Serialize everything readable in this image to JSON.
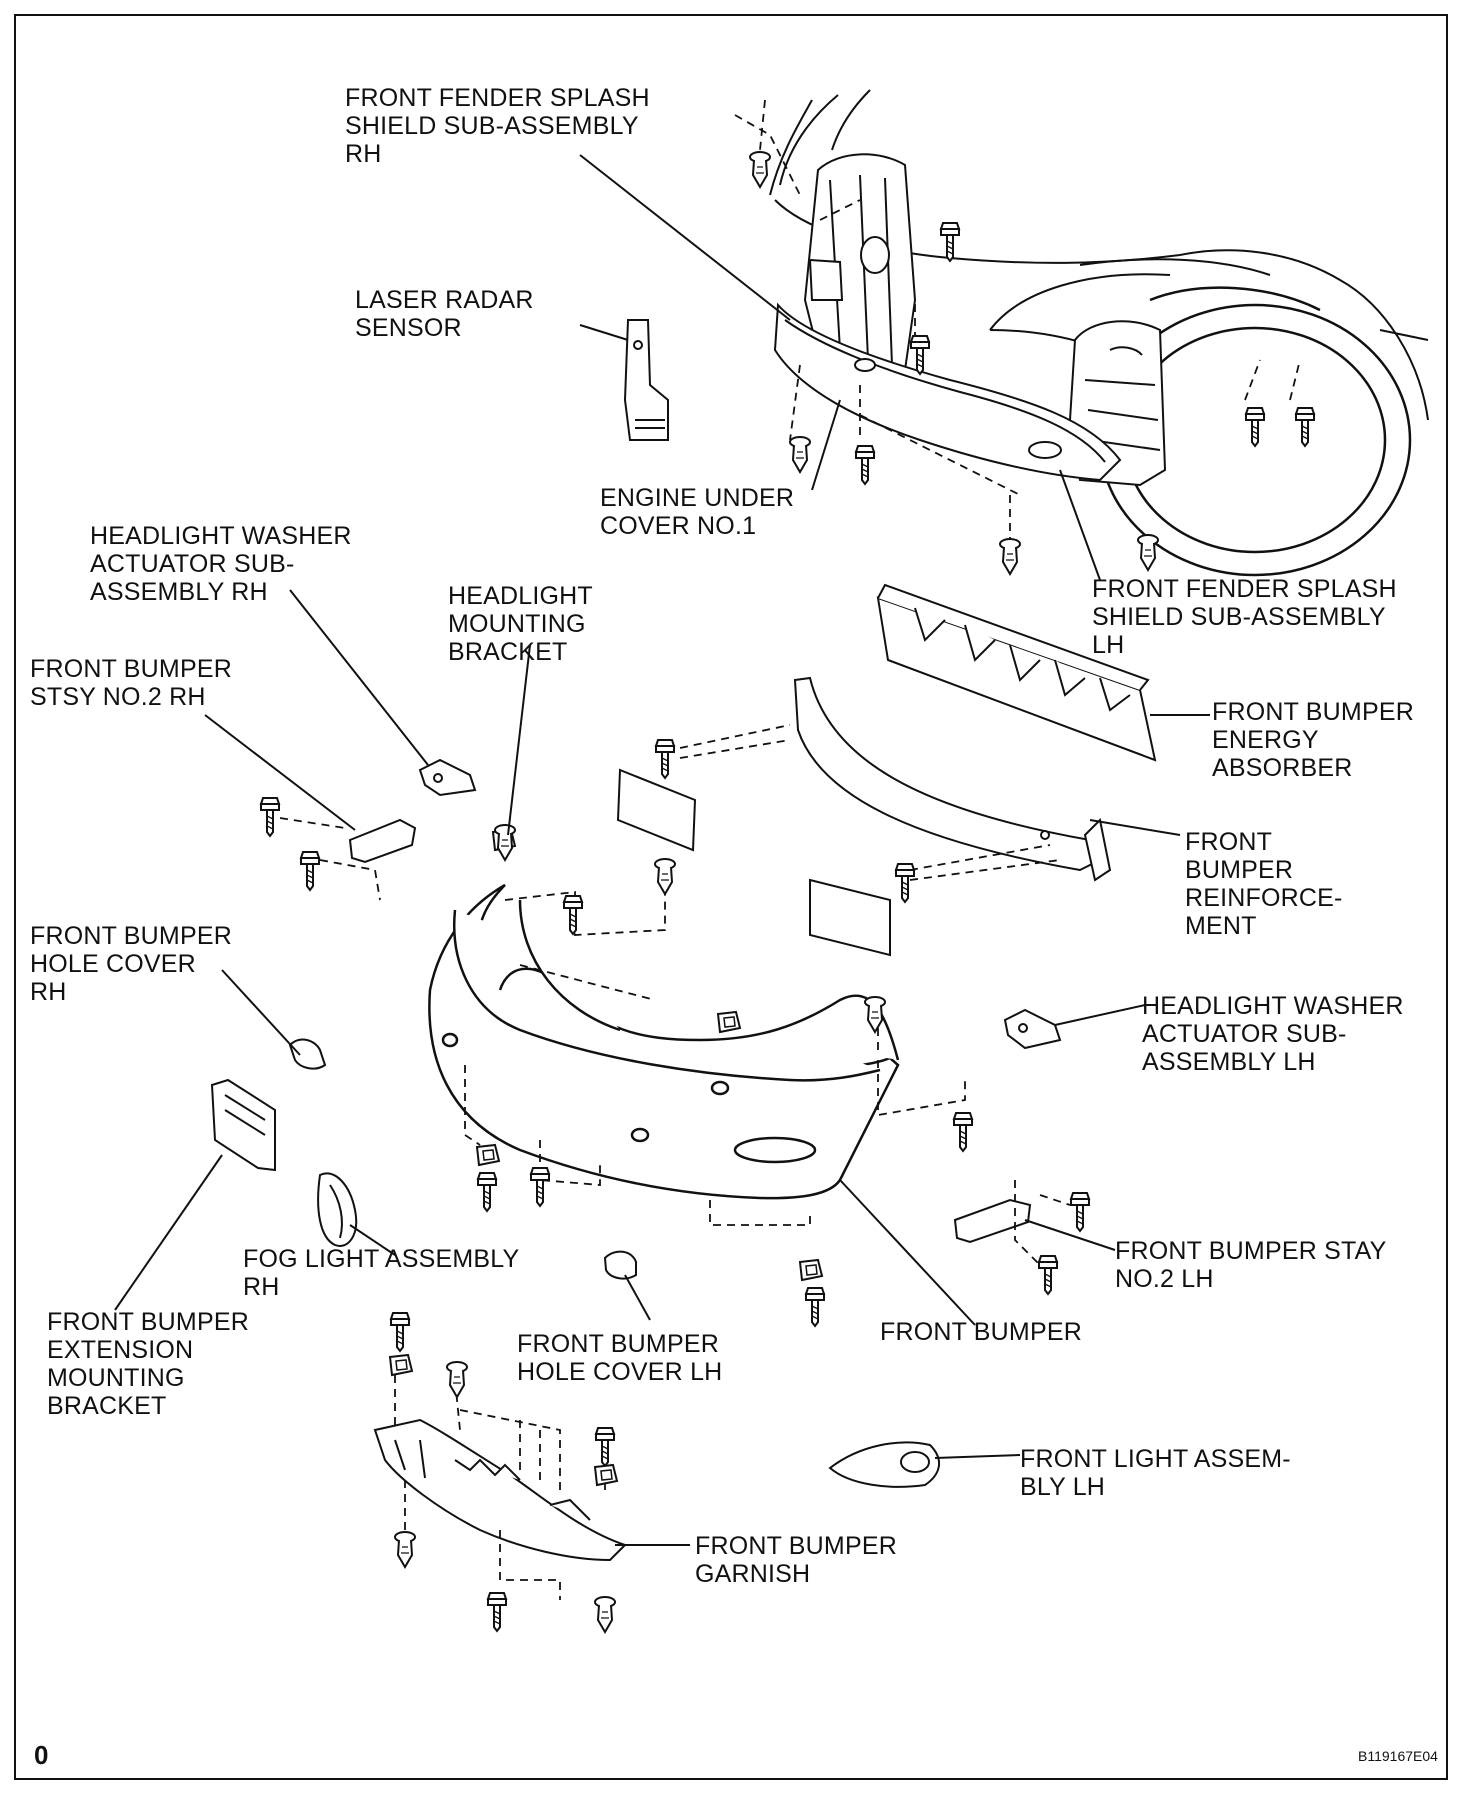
{
  "labels": {
    "fender_shield_rh": "FRONT FENDER SPLASH\nSHIELD SUB-ASSEMBLY\nRH",
    "laser_radar": "LASER RADAR\nSENSOR",
    "engine_under_cover": "ENGINE UNDER\nCOVER NO.1",
    "hl_washer_rh": "HEADLIGHT WASHER\nACTUATOR SUB-\nASSEMBLY RH",
    "hl_mount_bracket": "HEADLIGHT\nMOUNTING\nBRACKET",
    "fender_shield_lh": "FRONT FENDER SPLASH\nSHIELD SUB-ASSEMBLY\nLH",
    "stay_no2_rh": "FRONT BUMPER\nSTSY NO.2 RH",
    "energy_absorber": "FRONT BUMPER\nENERGY\nABSORBER",
    "reinforcement": "FRONT\nBUMPER\nREINFORCE-\nMENT",
    "hole_cover_rh": "FRONT BUMPER\nHOLE COVER\nRH",
    "hl_washer_lh": "HEADLIGHT WASHER\nACTUATOR SUB-\nASSEMBLY LH",
    "fog_light_rh": "FOG LIGHT ASSEMBLY\nRH",
    "stay_no2_lh": "FRONT BUMPER STAY\nNO.2 LH",
    "ext_mount_bracket": "FRONT BUMPER\nEXTENSION\nMOUNTING\nBRACKET",
    "hole_cover_lh": "FRONT BUMPER\nHOLE COVER LH",
    "front_bumper": "FRONT BUMPER",
    "front_light_lh": "FRONT LIGHT  ASSEM-\nBLY LH",
    "garnish": "FRONT BUMPER\nGARNISH"
  },
  "figure_id": "B119167E04",
  "corner_mark": "0"
}
